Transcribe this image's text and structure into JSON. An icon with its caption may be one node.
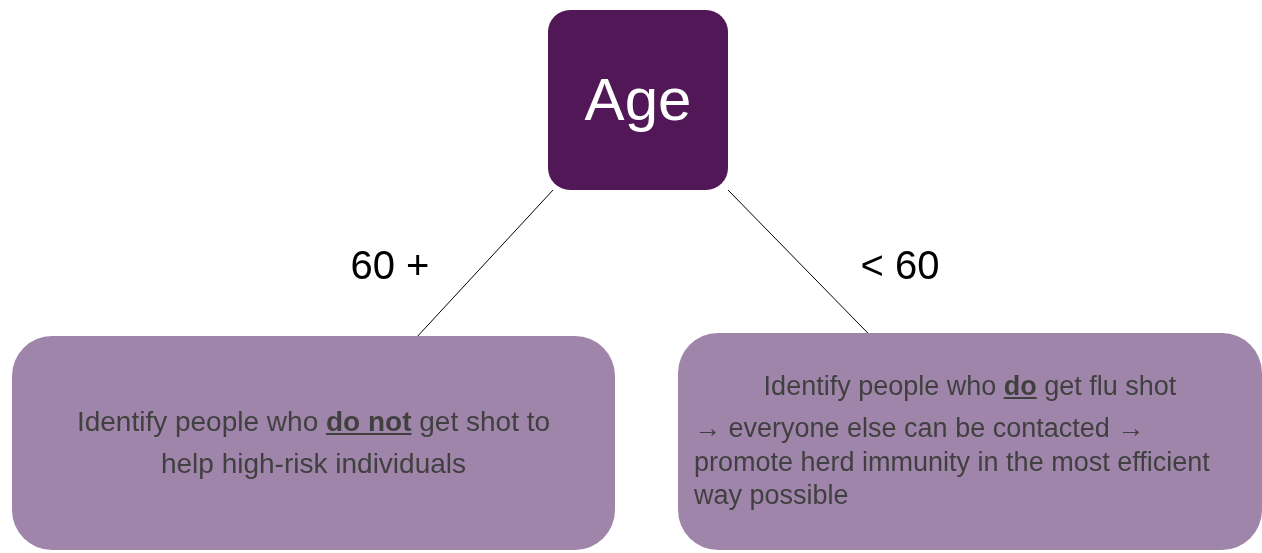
{
  "diagram": {
    "nodes": [
      {
        "text": [
          "Age"
        ]
      },
      {
        "text": [
          "Identify people who **do not** get shot to help high-risk individuals"
        ]
      },
      {
        "text": [
          "Identify people who **do** get flu shot",
          "→ everyone else can be contacted → promote herd immunity in the most efficient way possible"
        ]
      }
    ],
    "edges": [
      {
        "from": 0,
        "to": 1,
        "label": "60 +",
        "arrow": "none"
      },
      {
        "from": 0,
        "to": 2,
        "label": "< 60",
        "arrow": "none"
      }
    ]
  }
}
